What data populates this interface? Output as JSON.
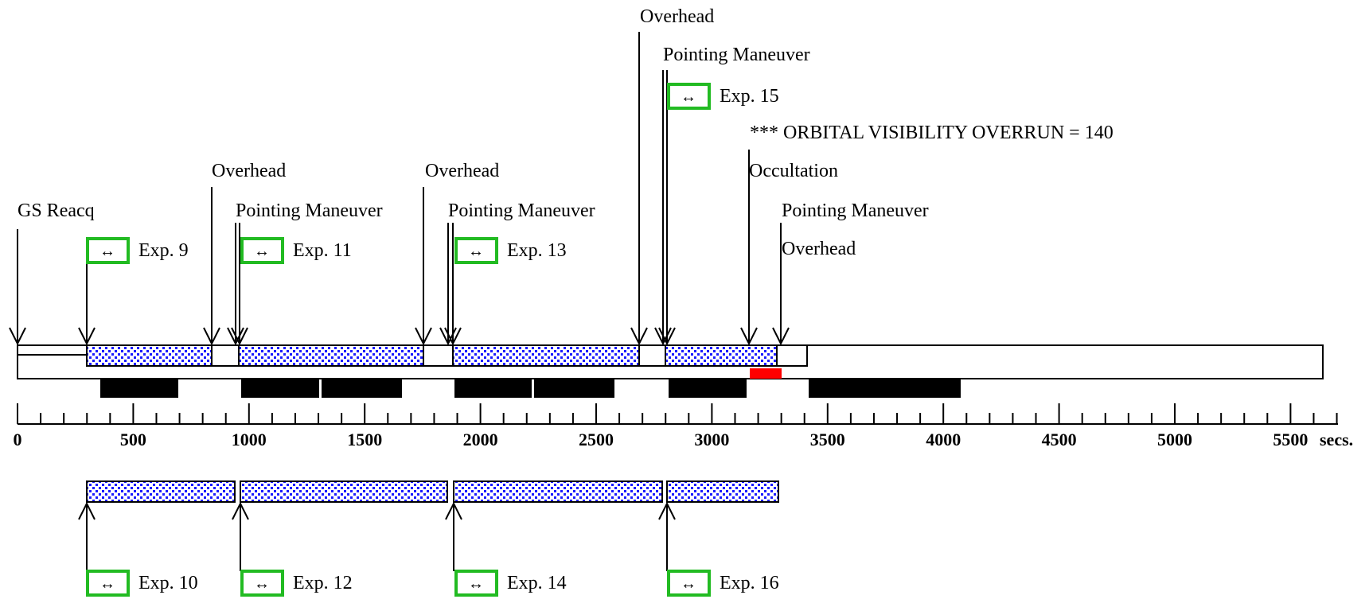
{
  "diagram": {
    "axis": {
      "ticks": [
        "0",
        "500",
        "1000",
        "1500",
        "2000",
        "2500",
        "3000",
        "3500",
        "4000",
        "4500",
        "5000",
        "5500"
      ],
      "unit": "secs."
    },
    "event_labels": {
      "gs_reacq": "GS Reacq",
      "overhead_1": "Overhead",
      "pointing_1": "Pointing Maneuver",
      "overhead_2": "Overhead",
      "pointing_2": "Pointing Maneuver",
      "overhead_3": "Overhead",
      "pointing_3": "Pointing Maneuver",
      "overrun": "*** ORBITAL VISIBILITY OVERRUN = 140",
      "occultation": "Occultation",
      "pointing_4": "Pointing Maneuver",
      "overhead_4": "Overhead"
    },
    "exposures_top": [
      "Exp. 9",
      "Exp. 11",
      "Exp. 13",
      "Exp. 15"
    ],
    "exposures_bottom": [
      "Exp. 10",
      "Exp. 12",
      "Exp. 14",
      "Exp. 16"
    ],
    "colors": {
      "exposure_fill": "#1a1aff",
      "exposure_icon_border": "#22bb22",
      "overrun_bar": "#ff0000",
      "occupied_bar": "#000000"
    }
  }
}
